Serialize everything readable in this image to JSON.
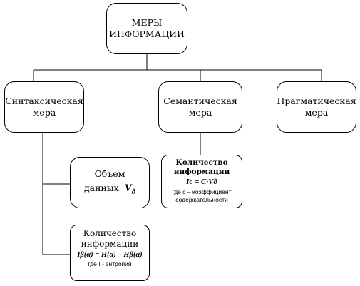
{
  "root": {
    "line1": "МЕРЫ",
    "line2": "ИНФОРМАЦИИ"
  },
  "syntactic": {
    "line1": "Синтаксическая",
    "line2": "мера"
  },
  "semantic": {
    "line1": "Семантическая",
    "line2": "мера"
  },
  "pragmatic": {
    "line1": "Прагматическая",
    "line2": "мера"
  },
  "volume": {
    "line1": "Объем",
    "line2": "данных",
    "symbol": "V",
    "subscript": "д"
  },
  "info_syntactic": {
    "line1": "Количество",
    "line2": "информации",
    "formula": "Iβ(α) = H(α) – Hβ(α)",
    "note": "где I - энтропия"
  },
  "info_semantic": {
    "line1": "Количество",
    "line2": "информации",
    "formula": "Ic = C·Vд",
    "note_line1": "где   с – коэффициент",
    "note_line2": "содержательности"
  }
}
